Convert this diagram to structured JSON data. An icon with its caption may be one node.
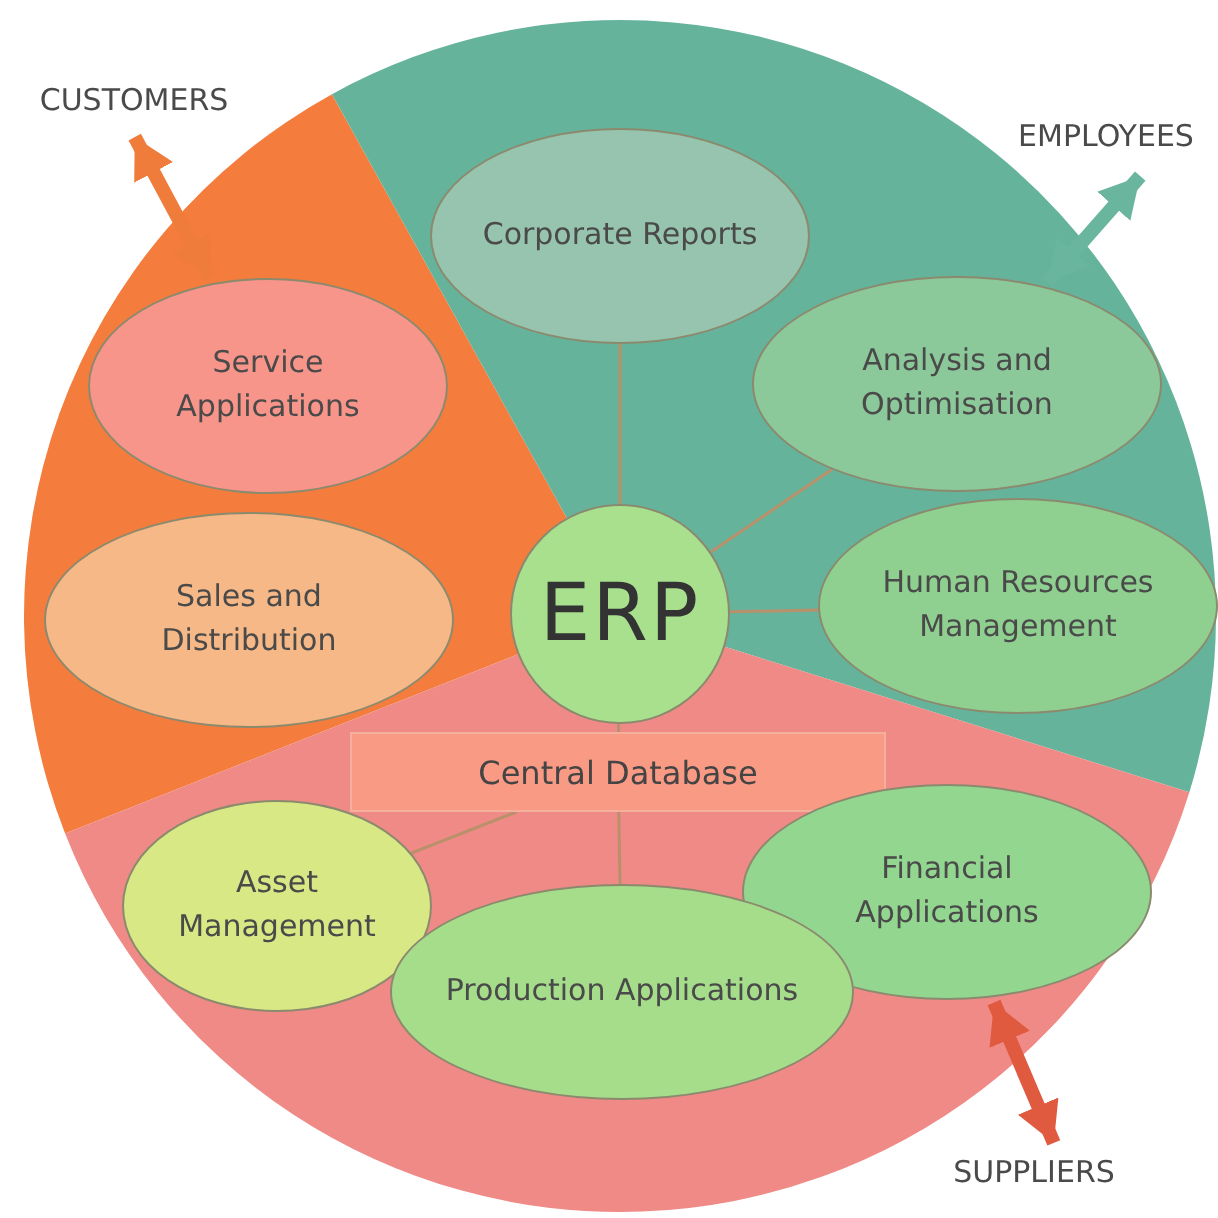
{
  "diagram": {
    "nodes": [
      {
        "text": [
          "CUSTOMERS"
        ]
      },
      {
        "text": [
          "EMPLOYEES"
        ]
      },
      {
        "text": [
          "Corporate Reports"
        ]
      },
      {
        "text": [
          "Service Applications"
        ]
      },
      {
        "text": [
          "Analysis and Optimisation"
        ]
      },
      {
        "text": [
          "ERP"
        ]
      },
      {
        "text": [
          "Sales and Distribution"
        ]
      },
      {
        "text": [
          "Human Resources Management"
        ]
      },
      {
        "text": [
          "Central Database"
        ]
      },
      {
        "text": [
          "Asset Management"
        ]
      },
      {
        "text": [
          "Financial Applications"
        ]
      },
      {
        "text": [
          "Production Applications"
        ]
      },
      {
        "text": [
          "SUPPLIERS"
        ]
      }
    ],
    "edges": [
      {
        "from": 0,
        "to": 3,
        "arrow": "both",
        "style": "thick",
        "color": "#f07c3c"
      },
      {
        "from": 1,
        "to": 4,
        "arrow": "both",
        "style": "thick",
        "color": "#6ab59e"
      },
      {
        "from": 12,
        "to": 10,
        "arrow": "both",
        "style": "thick",
        "color": "#e05a40"
      },
      {
        "from": 5,
        "to": 2,
        "arrow": "none"
      },
      {
        "from": 5,
        "to": 4,
        "arrow": "none"
      },
      {
        "from": 5,
        "to": 7,
        "arrow": "none"
      },
      {
        "from": 5,
        "to": 8,
        "arrow": "none"
      },
      {
        "from": 8,
        "to": 9,
        "arrow": "none"
      },
      {
        "from": 8,
        "to": 11,
        "arrow": "none"
      }
    ]
  }
}
